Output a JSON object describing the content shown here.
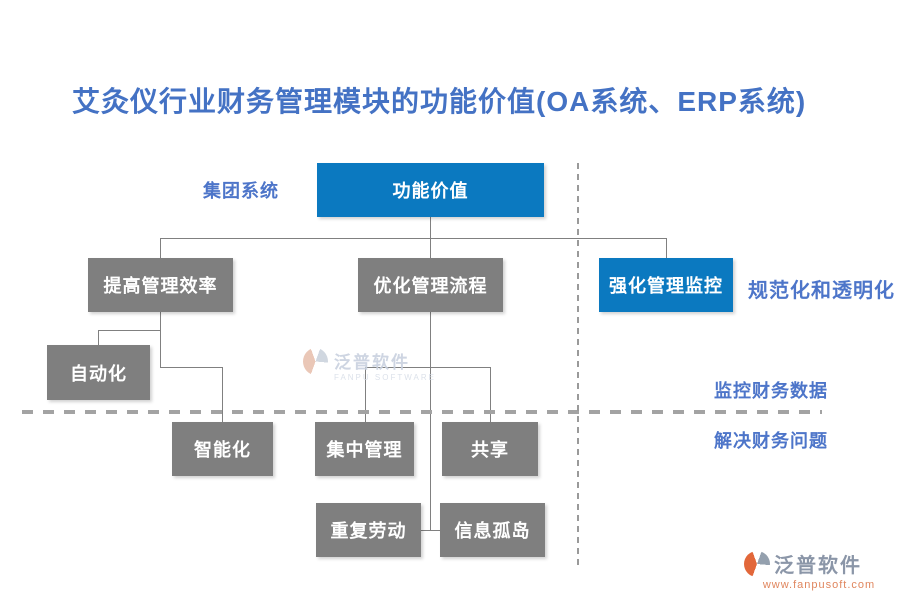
{
  "title": "艾灸仪行业财务管理模块的功能价值(OA系统、ERP系统)",
  "nodes": [
    {
      "id": "function-value",
      "label": "功能价值",
      "variant": "blue"
    },
    {
      "id": "improve-efficiency",
      "label": "提高管理效率",
      "variant": "gray"
    },
    {
      "id": "optimize-process",
      "label": "优化管理流程",
      "variant": "gray"
    },
    {
      "id": "strengthen-monitor",
      "label": "强化管理监控",
      "variant": "blue"
    },
    {
      "id": "automation",
      "label": "自动化",
      "variant": "gray"
    },
    {
      "id": "intelligence",
      "label": "智能化",
      "variant": "gray"
    },
    {
      "id": "centralized-manage",
      "label": "集中管理",
      "variant": "gray"
    },
    {
      "id": "sharing",
      "label": "共享",
      "variant": "gray"
    },
    {
      "id": "repeated-labor",
      "label": "重复劳动",
      "variant": "gray"
    },
    {
      "id": "info-island",
      "label": "信息孤岛",
      "variant": "gray"
    }
  ],
  "side_labels": {
    "group_system": "集团系统",
    "normalization": "规范化和透明化",
    "monitor_data": "监控财务数据",
    "solve_problem": "解决财务问题"
  },
  "watermark": {
    "text": "泛普软件",
    "subtext": "FANPU SOFTWARE"
  },
  "footer": {
    "brand": "泛普软件",
    "url": "www.fanpusoft.com"
  },
  "colors": {
    "node_blue": "#0b79c0",
    "node_gray": "#7f7f7f",
    "title_blue": "#4472c4",
    "label_blue": "#4d75c9",
    "connector_gray": "#808080",
    "dashed_gray": "#a3a3a3",
    "logo_orange": "#e2673a",
    "url_orange": "#e0865e"
  }
}
